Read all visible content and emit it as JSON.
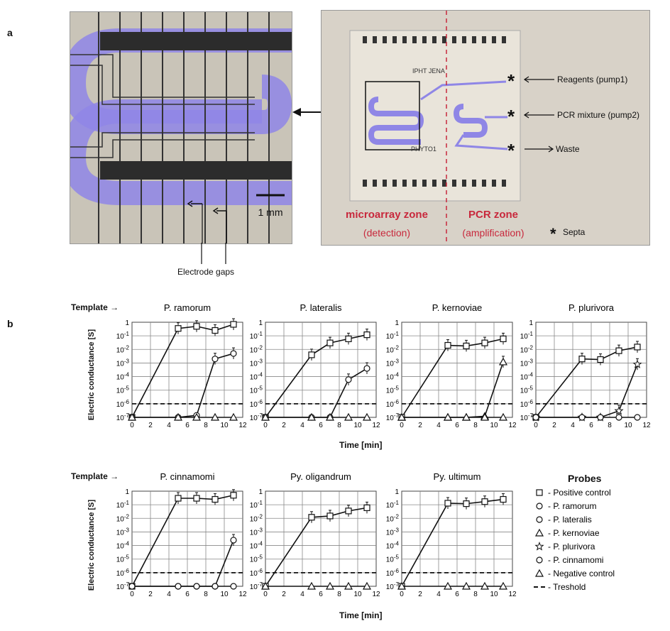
{
  "panel_labels": {
    "a": "a",
    "b": "b"
  },
  "figure_a": {
    "scale_bar": "1 mm",
    "electrode_gaps": "Electrode gaps",
    "chip_text_1": "IPHT JENA",
    "chip_text_2": "PHYTO1",
    "annotations": [
      "Reagents (pump1)",
      "PCR mixture (pump2)",
      "Waste"
    ],
    "zone_left_title": "microarray zone",
    "zone_left_sub": "(detection)",
    "zone_right_title": "PCR zone",
    "zone_right_sub": "(amplification)",
    "septa": "Septa",
    "colors": {
      "channel": "#8f86e6",
      "electrode": "#2c2c2c",
      "chip_bg": "#d8d2c8",
      "zone_red": "#c8283c"
    }
  },
  "template_label": "Template →",
  "ylabel": "Electric conductance [S]",
  "xlabel": "Time [min]",
  "threshold_label": "Treshold",
  "legend_title": "Probes",
  "chart_data": [
    {
      "type": "line",
      "title": "P. ramorum",
      "x": [
        0,
        5,
        7,
        9,
        11
      ],
      "xlim": [
        0,
        12
      ],
      "ylim": [
        1e-07,
        1
      ],
      "yscale": "log",
      "series": [
        {
          "probe": "Positive control",
          "marker": "square",
          "values": [
            1e-07,
            0.35,
            0.5,
            0.25,
            0.7
          ],
          "x": [
            0,
            5,
            7,
            9,
            11
          ]
        },
        {
          "probe": "P. ramorum",
          "marker": "circle",
          "values": [
            1e-07,
            1e-07,
            1.4e-07,
            0.002,
            0.005
          ],
          "x": [
            0,
            5,
            7,
            9,
            11
          ]
        },
        {
          "probe": "Negative control",
          "marker": "triangle",
          "values": [
            1e-07,
            1e-07,
            1e-07,
            1e-07,
            1e-07
          ],
          "x": [
            0,
            5,
            7,
            9,
            11
          ]
        }
      ],
      "threshold": 1e-06
    },
    {
      "type": "line",
      "title": "P. lateralis",
      "x": [
        0,
        5,
        7,
        9,
        11
      ],
      "xlim": [
        0,
        12
      ],
      "ylim": [
        1e-07,
        1
      ],
      "yscale": "log",
      "series": [
        {
          "probe": "Positive control",
          "marker": "square",
          "values": [
            1e-07,
            0.004,
            0.03,
            0.06,
            0.12
          ],
          "x": [
            0,
            5,
            7,
            9,
            11
          ]
        },
        {
          "probe": "P. lateralis",
          "marker": "circle",
          "values": [
            1e-07,
            1e-07,
            1e-07,
            6e-05,
            0.0004
          ],
          "x": [
            0,
            5,
            7,
            9,
            11
          ]
        },
        {
          "probe": "Negative control",
          "marker": "triangle",
          "values": [
            1e-07,
            1e-07,
            1e-07,
            1e-07,
            1e-07
          ],
          "x": [
            0,
            5,
            7,
            9,
            11
          ]
        }
      ],
      "threshold": 1e-06
    },
    {
      "type": "line",
      "title": "P. kernoviae",
      "x": [
        0,
        5,
        7,
        9,
        11
      ],
      "xlim": [
        0,
        12
      ],
      "ylim": [
        1e-07,
        1
      ],
      "yscale": "log",
      "series": [
        {
          "probe": "Positive control",
          "marker": "square",
          "values": [
            1e-07,
            0.02,
            0.018,
            0.03,
            0.06
          ],
          "x": [
            0,
            5,
            7,
            9,
            11
          ]
        },
        {
          "probe": "P. kernoviae",
          "marker": "triangle-open",
          "values": [
            1e-07,
            1e-07,
            1e-07,
            1.2e-07,
            0.0012
          ],
          "x": [
            0,
            5,
            7,
            9,
            11
          ]
        },
        {
          "probe": "Negative control",
          "marker": "triangle",
          "values": [
            1e-07,
            1e-07,
            1e-07,
            1e-07,
            1e-07
          ],
          "x": [
            0,
            5,
            7,
            9,
            11
          ]
        }
      ],
      "threshold": 1e-06
    },
    {
      "type": "line",
      "title": "P. plurivora",
      "x": [
        0,
        5,
        7,
        9,
        11
      ],
      "xlim": [
        0,
        12
      ],
      "ylim": [
        1e-07,
        1
      ],
      "yscale": "log",
      "series": [
        {
          "probe": "Positive control",
          "marker": "square",
          "values": [
            1e-07,
            0.002,
            0.0018,
            0.008,
            0.015
          ],
          "x": [
            0,
            5,
            7,
            9,
            11
          ]
        },
        {
          "probe": "P. plurivora",
          "marker": "star",
          "values": [
            1e-07,
            1e-07,
            1e-07,
            3e-07,
            0.0008
          ],
          "x": [
            0,
            5,
            7,
            9,
            11
          ]
        },
        {
          "probe": "Negative control",
          "marker": "circle",
          "values": [
            1e-07,
            1e-07,
            1e-07,
            1e-07,
            1e-07
          ],
          "x": [
            0,
            5,
            7,
            9,
            11
          ]
        }
      ],
      "threshold": 1e-06
    },
    {
      "type": "line",
      "title": "P. cinnamomi",
      "x": [
        0,
        5,
        7,
        9,
        11
      ],
      "xlim": [
        0,
        12
      ],
      "ylim": [
        1e-07,
        1
      ],
      "yscale": "log",
      "series": [
        {
          "probe": "Positive control",
          "marker": "square",
          "values": [
            1e-07,
            0.3,
            0.3,
            0.25,
            0.5
          ],
          "x": [
            0,
            5,
            7,
            9,
            11
          ]
        },
        {
          "probe": "P. cinnamomi",
          "marker": "circle",
          "values": [
            1e-07,
            1e-07,
            1e-07,
            1e-07,
            0.00025
          ],
          "x": [
            0,
            5,
            7,
            9,
            11
          ]
        },
        {
          "probe": "Negative control",
          "marker": "circle",
          "values": [
            1e-07,
            1e-07,
            1e-07,
            1e-07,
            1e-07
          ],
          "x": [
            0,
            5,
            7,
            9,
            11
          ]
        }
      ],
      "threshold": 1e-06
    },
    {
      "type": "line",
      "title": "Py. oligandrum",
      "x": [
        0,
        5,
        7,
        9,
        11
      ],
      "xlim": [
        0,
        12
      ],
      "ylim": [
        1e-07,
        1
      ],
      "yscale": "log",
      "series": [
        {
          "probe": "Positive control",
          "marker": "square",
          "values": [
            1e-07,
            0.012,
            0.015,
            0.035,
            0.06
          ],
          "x": [
            0,
            5,
            7,
            9,
            11
          ]
        },
        {
          "probe": "Negative control",
          "marker": "triangle",
          "values": [
            1e-07,
            1e-07,
            1e-07,
            1e-07,
            1e-07
          ],
          "x": [
            0,
            5,
            7,
            9,
            11
          ]
        }
      ],
      "threshold": 1e-06
    },
    {
      "type": "line",
      "title": "Py. ultimum",
      "x": [
        0,
        5,
        7,
        9,
        11
      ],
      "xlim": [
        0,
        12
      ],
      "ylim": [
        1e-07,
        1
      ],
      "yscale": "log",
      "series": [
        {
          "probe": "Positive control",
          "marker": "square",
          "values": [
            1e-07,
            0.13,
            0.12,
            0.17,
            0.25
          ],
          "x": [
            0,
            5,
            7,
            9,
            11
          ]
        },
        {
          "probe": "Negative control",
          "marker": "triangle",
          "values": [
            1e-07,
            1e-07,
            1e-07,
            1e-07,
            1e-07
          ],
          "x": [
            0,
            5,
            7,
            9,
            11
          ]
        }
      ],
      "threshold": 1e-06
    }
  ],
  "x_ticks": [
    "0",
    "2",
    "4",
    "6",
    "8",
    "10",
    "12"
  ],
  "y_ticks": [
    "1",
    "10-1",
    "10-2",
    "10-3",
    "10-4",
    "10-5",
    "10-6",
    "10-7"
  ],
  "legend": [
    {
      "marker": "square",
      "label": "- Positive control"
    },
    {
      "marker": "circle",
      "label": "- P. ramorum"
    },
    {
      "marker": "circle",
      "label": "- P. lateralis"
    },
    {
      "marker": "triangle-open",
      "label": "- P. kernoviae"
    },
    {
      "marker": "star",
      "label": "- P. plurivora"
    },
    {
      "marker": "circle",
      "label": "- P. cinnamomi"
    },
    {
      "marker": "triangle",
      "label": "- Negative control"
    },
    {
      "marker": "dash",
      "label": "- Treshold"
    }
  ]
}
